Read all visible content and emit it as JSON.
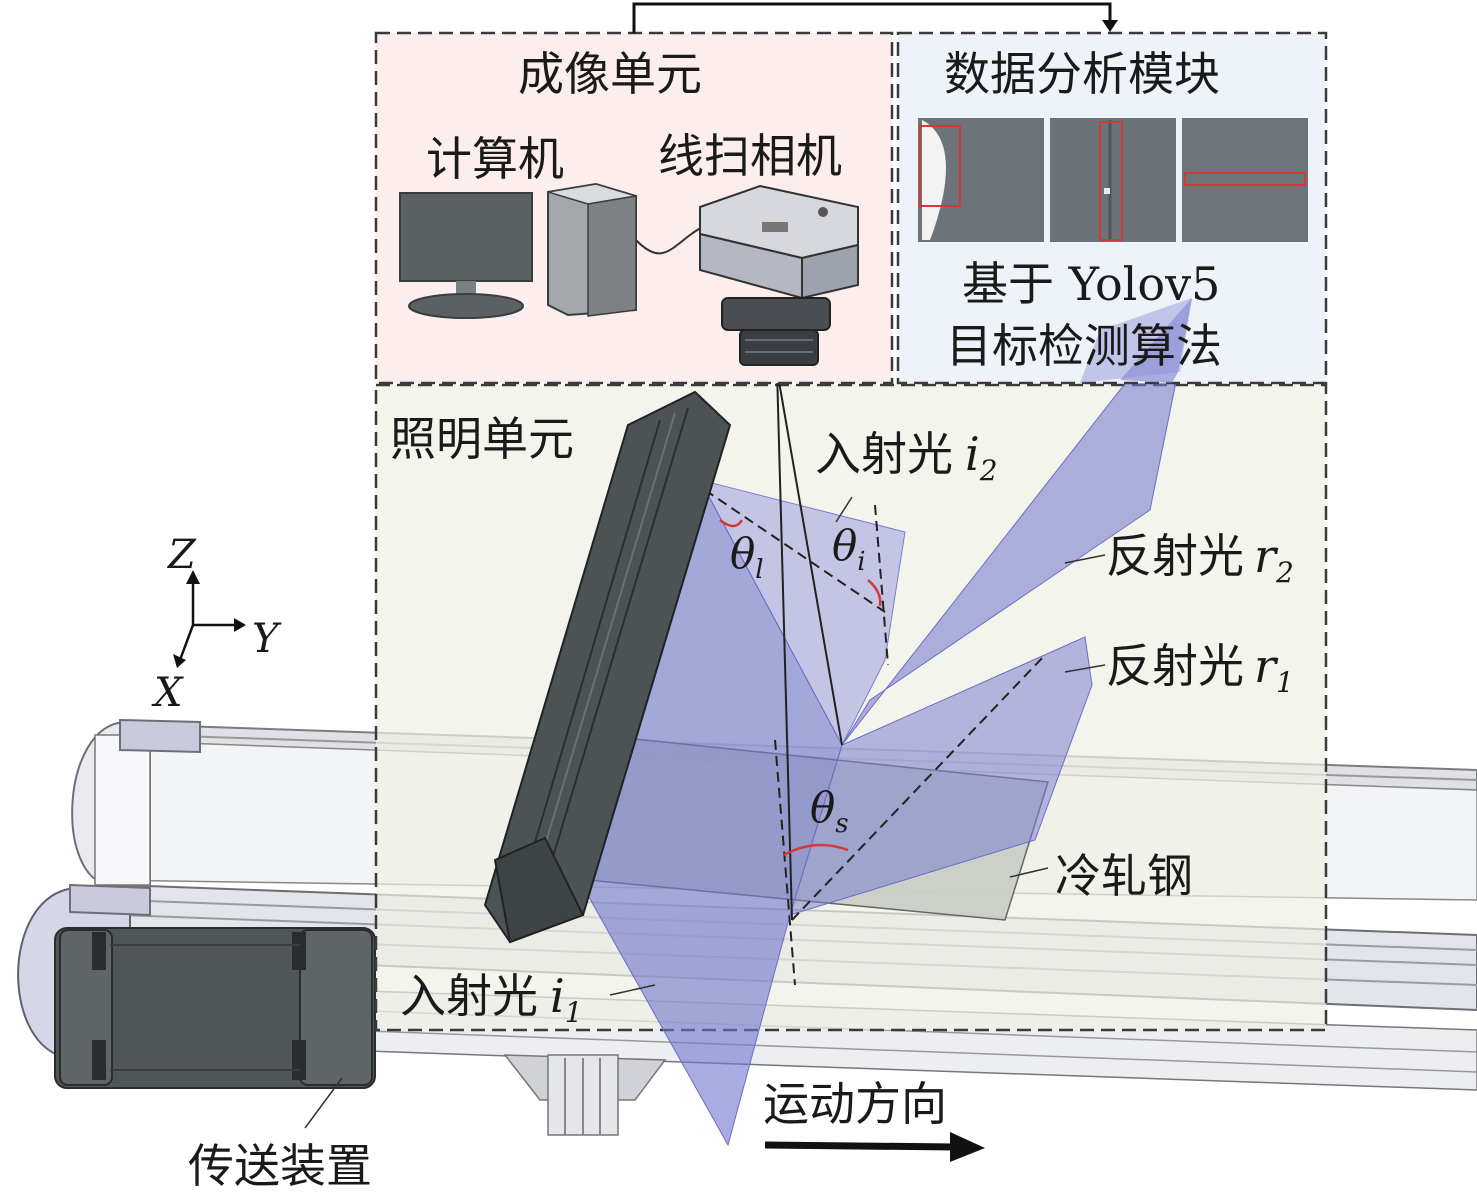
{
  "imaging_unit": {
    "title": "成像单元",
    "computer": "计算机",
    "camera": "线扫相机"
  },
  "analysis_module": {
    "title": "数据分析模块",
    "algo_line1": "基于 Yolov5",
    "algo_line2": "目标检测算法"
  },
  "lighting_unit": {
    "title": "照明单元"
  },
  "light": {
    "incident_i2": "入射光",
    "i2_sym": "i",
    "i2_sub": "2",
    "reflect_r2": "反射光",
    "r2_sym": "r",
    "r2_sub": "2",
    "reflect_r1": "反射光",
    "r1_sym": "r",
    "r1_sub": "1",
    "incident_i1": "入射光",
    "i1_sym": "i",
    "i1_sub": "1"
  },
  "angles": {
    "theta": "θ",
    "l_sub": "l",
    "i_sub": "i",
    "s_sub": "s"
  },
  "axes": {
    "z": "Z",
    "y": "Y",
    "x": "X"
  },
  "material": "冷轧钢",
  "conveyor": "传送装置",
  "direction": "运动方向",
  "colors": {
    "imaging_bg": "#fbeeed",
    "analysis_bg": "#eef3f9",
    "lighting_bg": "#f2f3ec",
    "light_plane": "#7b7fd0",
    "lamp": "#4d5354",
    "box_red": "#d23a3a"
  }
}
